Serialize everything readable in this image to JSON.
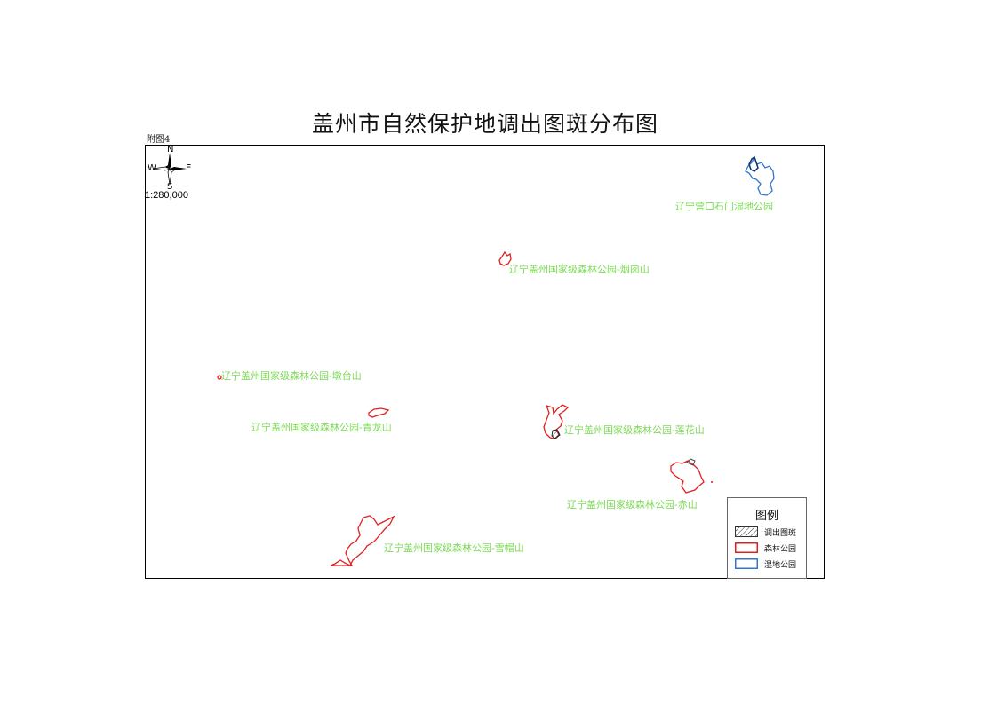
{
  "title": "盖州市自然保护地调出图斑分布图",
  "figure_label": "附图4",
  "compass": {
    "north": "N",
    "south": "S",
    "east": "E",
    "west": "W"
  },
  "scale_text": "1:280,000",
  "places": {
    "yingkou_wetland": "辽宁营口石门湿地公园",
    "yanshan": "辽宁盖州国家级森林公园-烟囱山",
    "duntaishan": "辽宁盖州国家级森林公园-墩台山",
    "qinglongshan": "辽宁盖州国家级森林公园-青龙山",
    "lianhuashan": "辽宁盖州国家级森林公园-莲花山",
    "chishan": "辽宁盖州国家级森林公园-赤山",
    "xuemaoshan": "辽宁盖州国家级森林公园-雪帽山"
  },
  "legend": {
    "title": "图例",
    "items": [
      {
        "label": "调出图斑",
        "style": "hatch",
        "color": "#333333"
      },
      {
        "label": "森林公园",
        "style": "outline",
        "color": "#e02020"
      },
      {
        "label": "湿地公园",
        "style": "outline",
        "color": "#2f78d0"
      }
    ]
  },
  "colors": {
    "forest": "#e02020",
    "wetland": "#2f78d0",
    "label": "#7ed957",
    "removed_patch": "#222222"
  }
}
